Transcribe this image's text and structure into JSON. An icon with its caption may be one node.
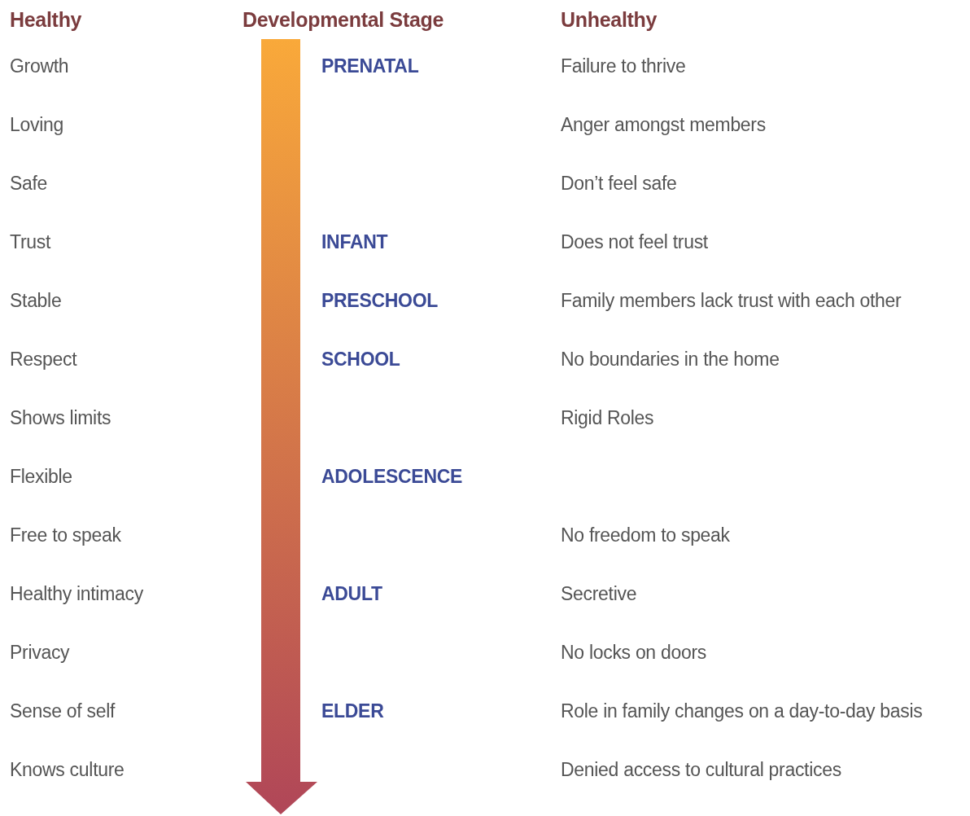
{
  "diagram": {
    "labels": [
      "Healthy",
      "Developmental Stage",
      "Unhealthy",
      "Growth",
      "PRENATAL",
      "Failure to thrive",
      "Loving",
      "Anger amongst members",
      "Safe",
      "Don’t feel safe",
      "Trust",
      "INFANT",
      "Does not feel trust",
      "Stable",
      "PRESCHOOL",
      "Family members lack trust with each other",
      "Respect",
      "SCHOOL",
      "No boundaries in the home",
      "Shows limits",
      "Rigid Roles",
      "Flexible",
      "ADOLESCENCE",
      "Free to speak",
      "No freedom to speak",
      "Healthy intimacy",
      "ADULT",
      "Secretive",
      "Privacy",
      "No locks on doors",
      "Sense of self",
      "ELDER",
      "Role in family changes on a day-to-day basis",
      "Knows culture",
      "Denied access to cultural practices"
    ]
  }
}
